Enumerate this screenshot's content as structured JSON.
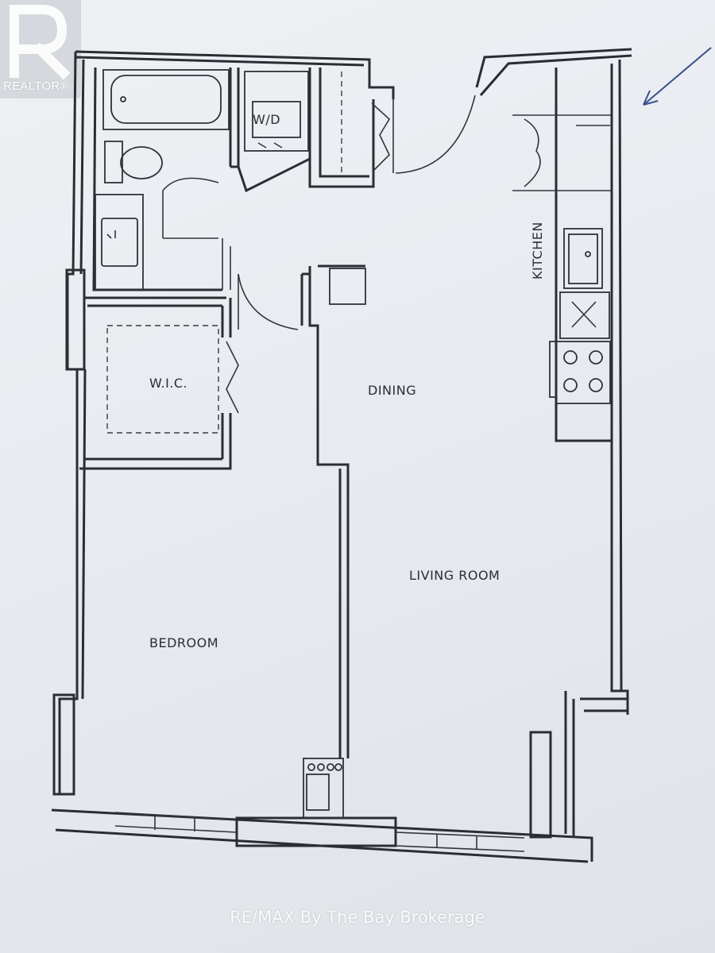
{
  "logo": {
    "text": "REALTOR®",
    "icon": "realtor-r-logo"
  },
  "rooms": {
    "wd": "W/D",
    "kitchen": "KITCHEN",
    "wic": "W.I.C.",
    "dining": "DINING",
    "living_room": "LIVING ROOM",
    "bedroom": "BEDROOM"
  },
  "watermark": "RE/MAX By The Bay Brokerage",
  "colors": {
    "line": "#2b2d33",
    "arrow": "#3b4f8c",
    "paper": "#e9ecef"
  }
}
